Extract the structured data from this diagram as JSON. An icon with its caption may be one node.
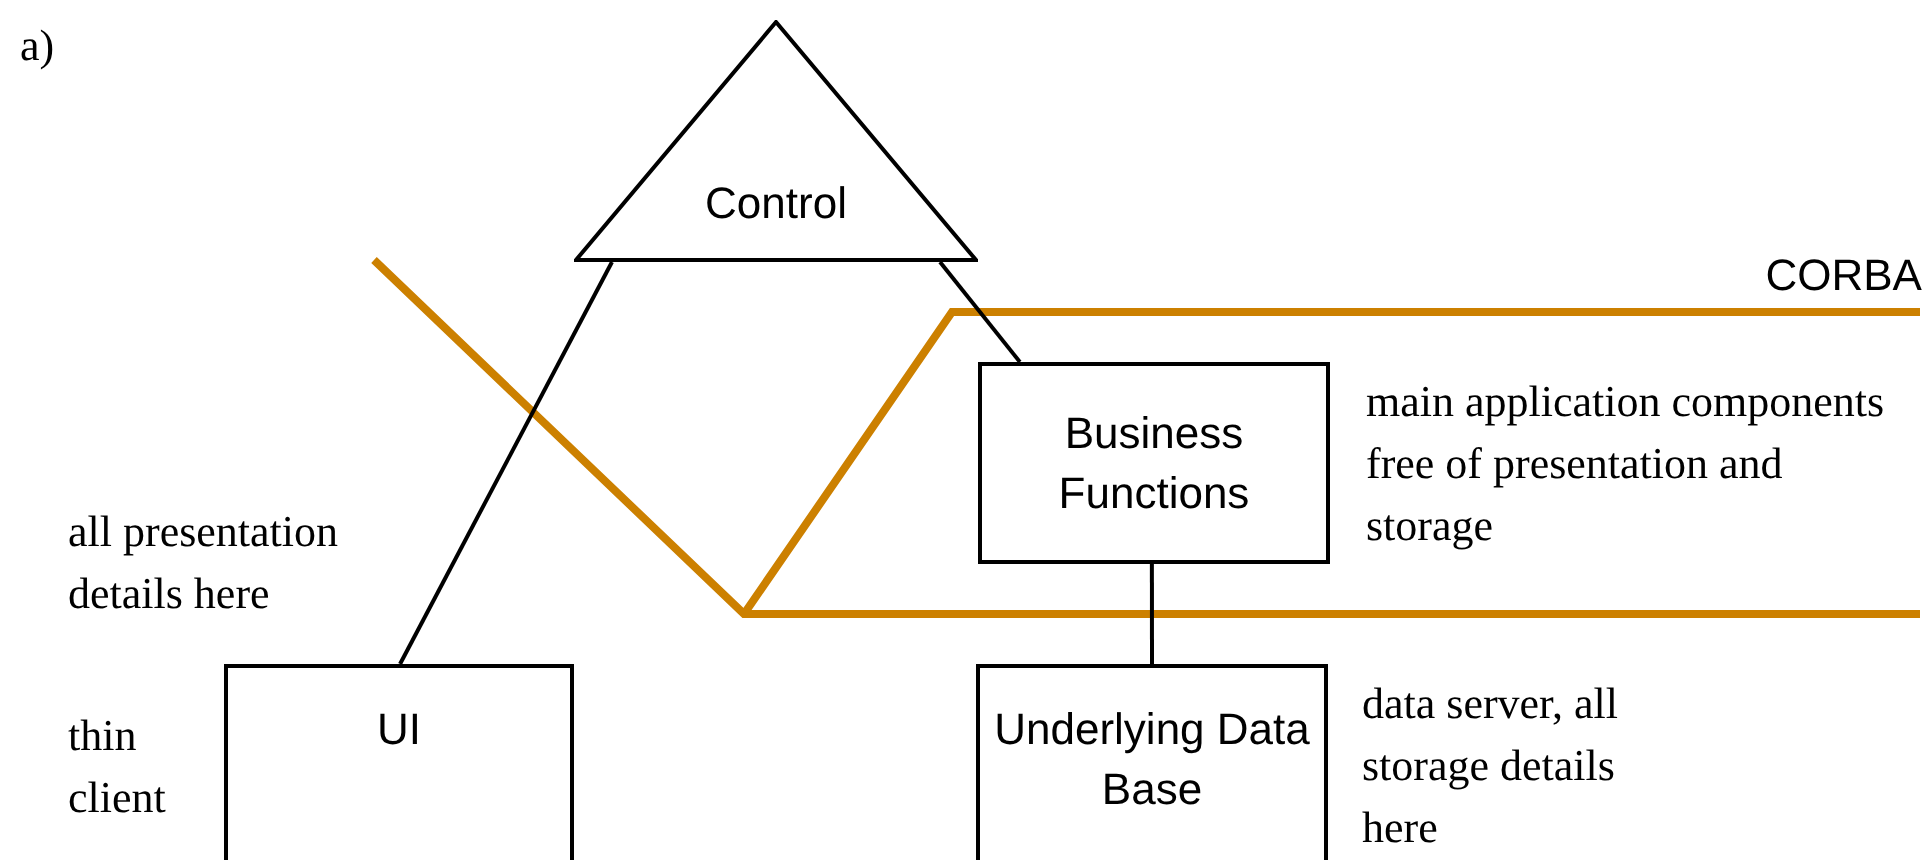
{
  "diagram": {
    "nodes": [
      {
        "text": [
          "Control"
        ]
      },
      {
        "text": [
          "Business Functions"
        ],
        "beside": [
          "main application components free of presentation and storage"
        ]
      },
      {
        "text": [
          "UI"
        ],
        "beside": [
          "thin client"
        ]
      },
      {
        "text": [
          "Underlying Data Base"
        ],
        "beside": [
          "data server, all storage details here"
        ]
      }
    ],
    "edges": [
      {
        "from": 0,
        "to": 2,
        "arrow": "none"
      },
      {
        "from": 0,
        "to": 1,
        "arrow": "none"
      },
      {
        "from": 1,
        "to": 3,
        "arrow": "none"
      }
    ],
    "labels": [
      "a)",
      "CORBA",
      "all presentation details here"
    ]
  }
}
